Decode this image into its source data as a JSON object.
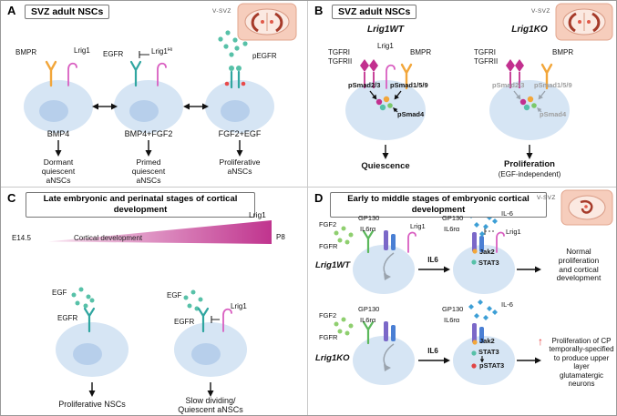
{
  "colors": {
    "cell_fill": "#d6e5f4",
    "nucleus_fill": "#b7cfeb",
    "bmpr_orange": "#f2a63a",
    "lrig1_magenta": "#d95fc1",
    "egfr_teal": "#30a6a0",
    "egf_dot": "#57c1a8",
    "tgfr_magenta": "#c2308f",
    "fgfr_green": "#5cb85c",
    "fgf2_dot": "#8fcf6f",
    "gp130_purple": "#7b68c8",
    "il6ra_blue": "#4a7fd4",
    "il6_diamond": "#3d9fd6",
    "phospho_red": "#e84a4a",
    "up_arrow_red": "#e03030",
    "gradient_start": "#f8e3f0",
    "gradient_end": "#c0348e"
  },
  "panelA": {
    "letter": "A",
    "title": "SVZ adult NSCs",
    "vsvz": "V-SVZ",
    "bmpr": "BMPR",
    "lrig1": "Lrig1",
    "egfr": "EGFR",
    "lrig1hi_base": "Lrig1",
    "lrig1hi_sup": "Hi",
    "pegfr": "pEGFR",
    "ligand1": "BMP4",
    "ligand2": "BMP4+FGF2",
    "ligand3": "FGF2+EGF",
    "outcome1": "Dormant\nquiescent\naNSCs",
    "outcome2": "Primed\nquiescent\naNSCs",
    "outcome3": "Proliferative\naNSCs"
  },
  "panelB": {
    "letter": "B",
    "title": "SVZ adult NSCs",
    "vsvz": "V-SVZ",
    "wt_name": "Lrig1WT",
    "ko_name": "Lrig1KO",
    "wt_tgfr": "TGFRI\nTGFRII",
    "wt_lrig1": "Lrig1",
    "wt_bmpr": "BMPR",
    "wt_psmad23": "pSmad2/3",
    "wt_psmad159": "pSmad1/5/9",
    "wt_psmad4": "pSmad4",
    "wt_outcome": "Quiescence",
    "ko_tgfr": "TGFRI\nTGFRII",
    "ko_bmpr": "BMPR",
    "ko_psmad23": "pSmad2/3",
    "ko_psmad159": "pSmad1/5/9",
    "ko_psmad4": "pSmad4",
    "ko_outcome1": "Proliferation",
    "ko_outcome2": "(EGF-independent)"
  },
  "panelC": {
    "letter": "C",
    "title": "Late embryonic and perinatal stages of cortical development",
    "e145": "E14.5",
    "grad_label": "Cortical development",
    "lrig1_top": "Lrig1",
    "p8": "P8",
    "egf_l": "EGF",
    "egfr_l": "EGFR",
    "egf_r": "EGF",
    "egfr_r": "EGFR",
    "lrig1_r": "Lrig1",
    "outcome_l": "Proliferative NSCs",
    "outcome_r": "Slow dividing/\nQuiescent aNSCs"
  },
  "panelD": {
    "letter": "D",
    "title": "Early to middle stages of embryonic cortical development",
    "vsvz": "V-SVZ",
    "wt_name": "Lrig1WT",
    "ko_name": "Lrig1KO",
    "fgf2": "FGF2",
    "fgfr": "FGFR",
    "gp130": "GP130",
    "il6ra": "IL6rα",
    "lrig1": "Lrig1",
    "il6_arrow": "IL6",
    "il6": "IL-6",
    "jak2": "Jak2",
    "stat3": "STAT3",
    "pstat3": "pSTAT3",
    "up_arrow": "↑",
    "wt_outcome": "Normal\nproliferation\nand cortical\ndevelopment",
    "ko_outcome": "Proliferation of CP\ntemporally-specified\nto produce upper layer\nglutamatergic neurons"
  }
}
